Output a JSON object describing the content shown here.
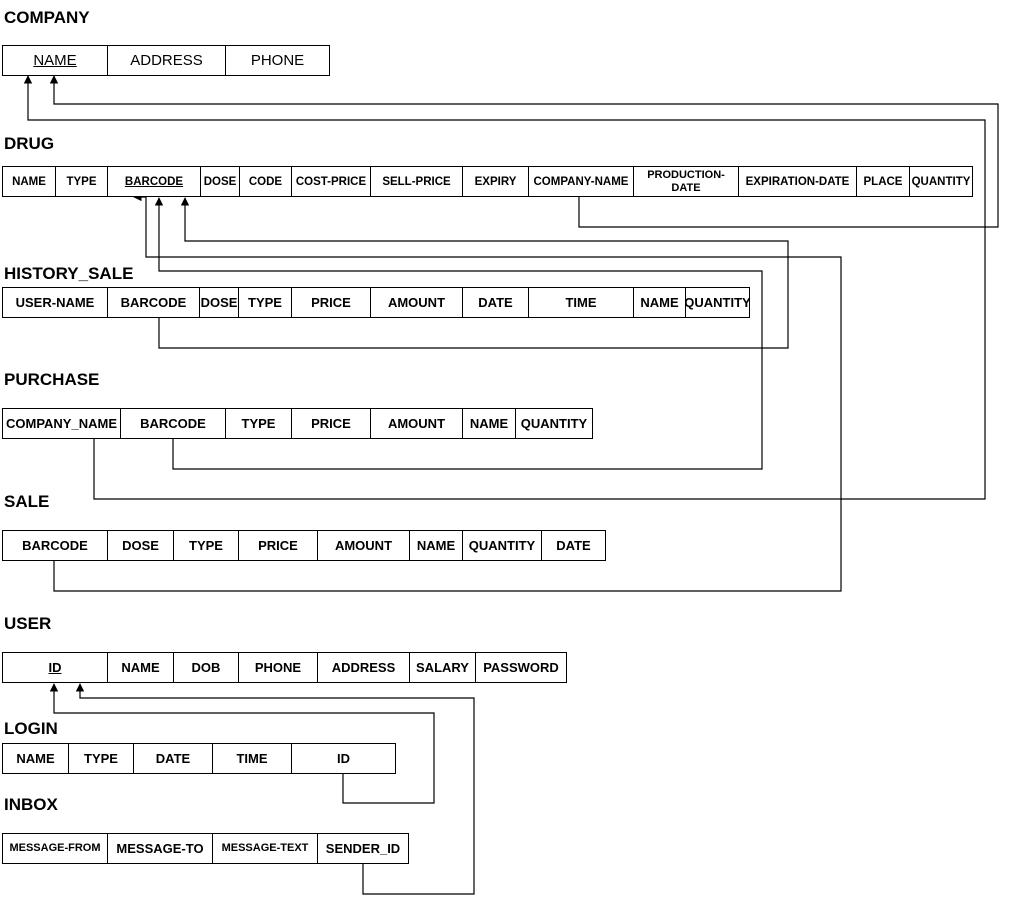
{
  "tables": {
    "company": {
      "title": "COMPANY",
      "fields": [
        "NAME",
        "ADDRESS",
        "PHONE"
      ]
    },
    "drug": {
      "title": "DRUG",
      "fields": [
        "NAME",
        "TYPE",
        "BARCODE",
        "DOSE",
        "CODE",
        "COST-PRICE",
        "SELL-PRICE",
        "EXPIRY",
        "COMPANY-NAME",
        "PRODUCTION-DATE",
        "EXPIRATION-DATE",
        "PLACE",
        "QUANTITY"
      ]
    },
    "history_sale": {
      "title": "HISTORY_SALE",
      "fields": [
        "USER-NAME",
        "BARCODE",
        "DOSE",
        "TYPE",
        "PRICE",
        "AMOUNT",
        "DATE",
        "TIME",
        "NAME",
        "QUANTITY"
      ]
    },
    "purchase": {
      "title": "PURCHASE",
      "fields": [
        "COMPANY_NAME",
        "BARCODE",
        "TYPE",
        "PRICE",
        "AMOUNT",
        "NAME",
        "QUANTITY"
      ]
    },
    "sale": {
      "title": "SALE",
      "fields": [
        "BARCODE",
        "DOSE",
        "TYPE",
        "PRICE",
        "AMOUNT",
        "NAME",
        "QUANTITY",
        "DATE"
      ]
    },
    "user": {
      "title": "USER",
      "fields": [
        "ID",
        "NAME",
        "DOB",
        "PHONE",
        "ADDRESS",
        "SALARY",
        "PASSWORD"
      ]
    },
    "login": {
      "title": "LOGIN",
      "fields": [
        "NAME",
        "TYPE",
        "DATE",
        "TIME",
        "ID"
      ]
    },
    "inbox": {
      "title": "INBOX",
      "fields": [
        "MESSAGE-FROM",
        "MESSAGE-TO",
        "MESSAGE-TEXT",
        "SENDER_ID"
      ]
    }
  },
  "colors": {
    "line": "#000000",
    "background": "#ffffff"
  }
}
